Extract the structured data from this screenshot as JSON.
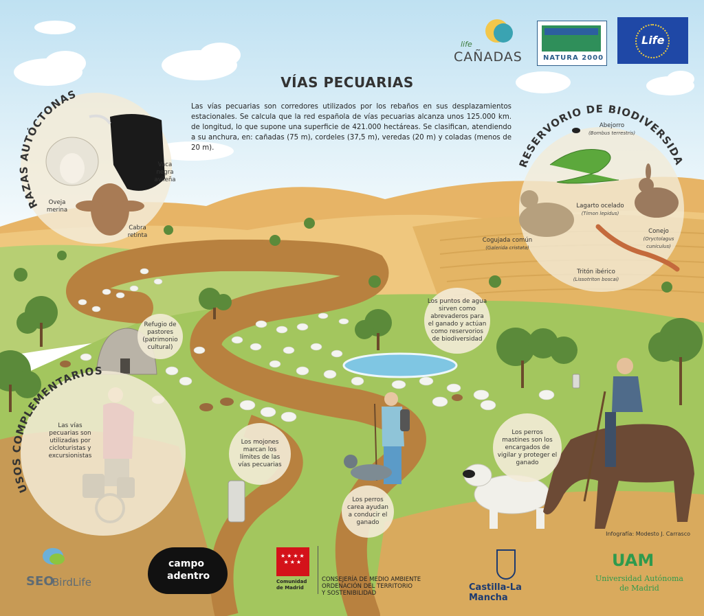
{
  "title": "VÍAS PECUARIAS",
  "intro": "Las vías pecuarias son corredores utilizados por los rebaños en sus desplazamientos estacionales. Se calcula que la red española de vías pecuarias alcanza unos 125.000 km. de longitud, lo que supone una superficie de 421.000 hectáreas. Se clasifican, atendiendo a su anchura, en: cañadas (75 m), cordeles (37,5 m), veredas (20 m) y coladas (menos de 20 m).",
  "sections": {
    "razas": {
      "heading": "RAZAS AUTÓCTONAS",
      "oveja": "Oveja merina",
      "vaca": "Vaca negra avileña",
      "cabra": "Cabra retinta"
    },
    "biodiversidad": {
      "heading": "RESERVORIO DE BIODIVERSIDAD",
      "abejorro": "Abejorro",
      "abejorro_sci": "(Bombus terrestris)",
      "lagarto": "Lagarto ocelado",
      "lagarto_sci": "(Timon lepidus)",
      "cogujada": "Cogujada común",
      "cogujada_sci": "(Galerida cristata)",
      "conejo": "Conejo",
      "conejo_sci": "(Oryctolagus cuniculus)",
      "triton": "Tritón ibérico",
      "triton_sci": "(Lissotriton boscai)"
    },
    "usos": {
      "heading": "USOS COMPLEMENTARIOS",
      "text": "Las vías pecuarias son utilizadas por cicloturistas y excursionistas"
    }
  },
  "callouts": {
    "refugio": "Refugio de pastores (patrimonio cultural)",
    "agua": "Los puntos de agua sirven como abrevaderos para el ganado y actúan como reservorios de biodiversidad",
    "mojones": "Los mojones marcan los límites de las vías pecuarias",
    "carea": "Los perros carea ayudan a conducir el ganado",
    "mastines": "Los perros mastines son los encargados de vigilar y proteger el ganado"
  },
  "credit": "Infografía: Modesto J. Carrasco",
  "logos": {
    "life_canadas_small": "life",
    "life_canadas": "CAÑADAS",
    "natura": "NATURA 2000",
    "eu_life": "Life",
    "seo": "SEO",
    "seo_bird": "BirdLife",
    "campo_1": "campo",
    "campo_2": "adentro",
    "madrid_name": "Comunidad de Madrid",
    "madrid_line1": "CONSEJERÍA DE MEDIO AMBIENTE",
    "madrid_line2": "ORDENACIÓN DEL TERRITORIO",
    "madrid_line3": "Y SOSTENIBILIDAD",
    "clm": "Castilla-La Mancha",
    "uam_abbr": "UAM",
    "uam_1": "Universidad Autónoma",
    "uam_2": "de Madrid"
  },
  "colors": {
    "sky": "#dbeef7",
    "field": "#e9b96b",
    "grass": "#9cc45a",
    "path": "#b8813f",
    "bubble": "#f3ebd7"
  }
}
